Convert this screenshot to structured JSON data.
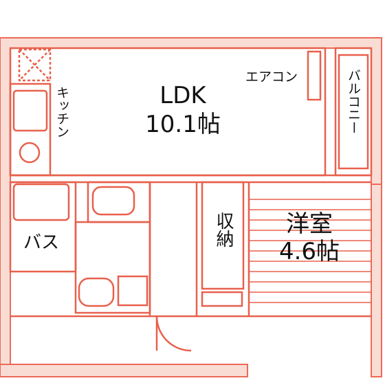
{
  "colors": {
    "wall": "#ec6a58",
    "wall_fill": "#f9ddd5",
    "line": "#e8604c",
    "text": "#111111"
  },
  "rooms": {
    "ldk": {
      "name": "LDK",
      "area": "10.1帖"
    },
    "western": {
      "name": "洋室",
      "area": "4.6帖"
    },
    "kitchen": {
      "label": "キッチン"
    },
    "balcony": {
      "label": "バルコニー"
    },
    "aircon": {
      "label": "エアコン"
    },
    "storage": {
      "label": "収納"
    },
    "bath": {
      "label": "バス"
    }
  }
}
